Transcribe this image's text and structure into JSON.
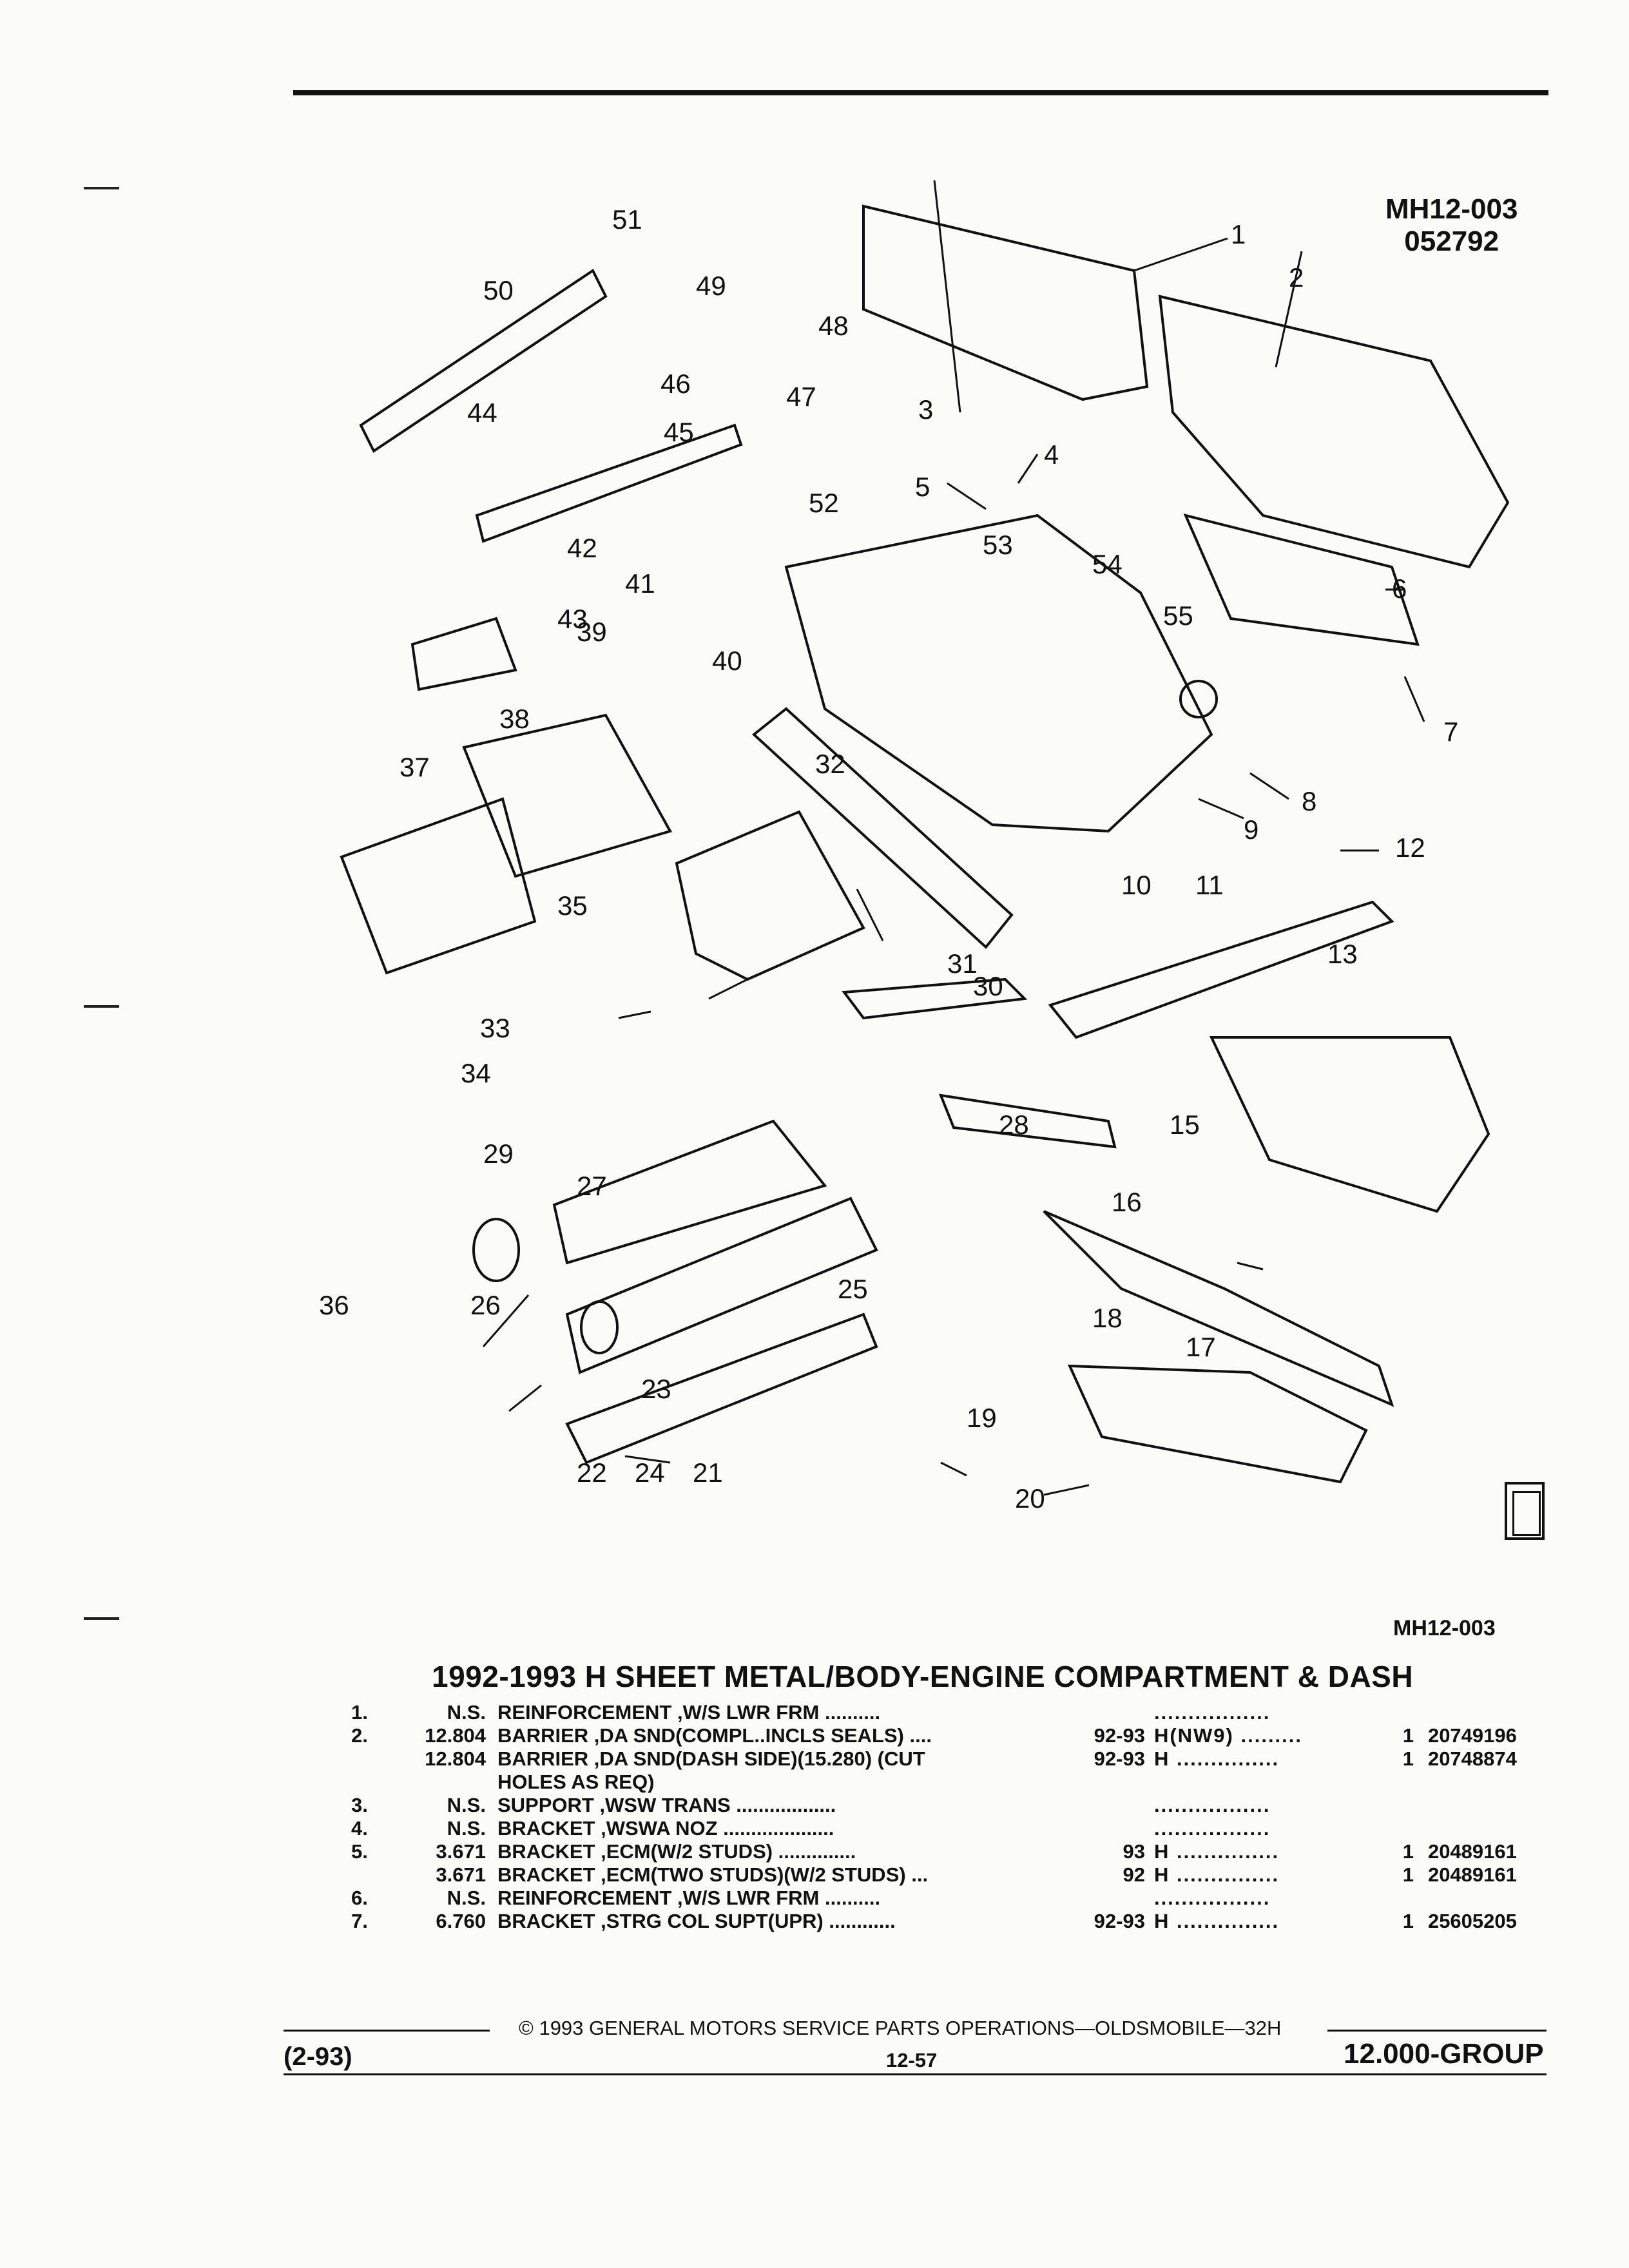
{
  "figure": {
    "code": "MH12-003",
    "date_code": "052792"
  },
  "diagram_callouts": [
    "1",
    "2",
    "3",
    "4",
    "5",
    "6",
    "7",
    "8",
    "9",
    "10",
    "11",
    "12",
    "13",
    "15",
    "16",
    "17",
    "18",
    "19",
    "20",
    "21",
    "22",
    "23",
    "24",
    "25",
    "26",
    "27",
    "28",
    "29",
    "30",
    "31",
    "32",
    "33",
    "34",
    "35",
    "36",
    "37",
    "38",
    "39",
    "40",
    "41",
    "42",
    "43",
    "44",
    "45",
    "46",
    "47",
    "48",
    "49",
    "50",
    "51",
    "52",
    "53",
    "54",
    "55"
  ],
  "reference_code": "MH12-003",
  "section_title": "1992-1993 H SHEET METAL/BODY-ENGINE COMPARTMENT & DASH",
  "parts": [
    {
      "item": "1.",
      "qty": "N.S.",
      "desc": "REINFORCEMENT ,W/S LWR FRM ..........",
      "years": "",
      "code": ".................",
      "count": "",
      "part_no": ""
    },
    {
      "item": "2.",
      "qty": "12.804",
      "desc": "BARRIER ,DA SND(COMPL..INCLS SEALS) ....",
      "years": "92-93",
      "code": "H(NW9) .........",
      "count": "1",
      "part_no": "20749196"
    },
    {
      "item": "",
      "qty": "12.804",
      "desc": "BARRIER ,DA SND(DASH SIDE)(15.280) (CUT",
      "years": "92-93",
      "code": "H ...............",
      "count": "1",
      "part_no": "20748874"
    },
    {
      "item": "",
      "qty": "",
      "desc": "HOLES AS REQ)",
      "years": "",
      "code": "",
      "count": "",
      "part_no": ""
    },
    {
      "item": "3.",
      "qty": "N.S.",
      "desc": "SUPPORT ,WSW TRANS ..................",
      "years": "",
      "code": ".................",
      "count": "",
      "part_no": ""
    },
    {
      "item": "4.",
      "qty": "N.S.",
      "desc": "BRACKET ,WSWA NOZ ....................",
      "years": "",
      "code": ".................",
      "count": "",
      "part_no": ""
    },
    {
      "item": "5.",
      "qty": "3.671",
      "desc": "BRACKET ,ECM(W/2 STUDS) ..............",
      "years": "93",
      "code": "H ...............",
      "count": "1",
      "part_no": "20489161"
    },
    {
      "item": "",
      "qty": "3.671",
      "desc": "BRACKET ,ECM(TWO STUDS)(W/2 STUDS) ...",
      "years": "92",
      "code": "H ...............",
      "count": "1",
      "part_no": "20489161"
    },
    {
      "item": "6.",
      "qty": "N.S.",
      "desc": "REINFORCEMENT ,W/S LWR FRM ..........",
      "years": "",
      "code": ".................",
      "count": "",
      "part_no": ""
    },
    {
      "item": "7.",
      "qty": "6.760",
      "desc": "BRACKET ,STRG COL SUPT(UPR) ............",
      "years": "92-93",
      "code": "H ...............",
      "count": "1",
      "part_no": "25605205"
    }
  ],
  "footer": {
    "copyright": "© 1993 GENERAL MOTORS SERVICE PARTS OPERATIONS—OLDSMOBILE—32H",
    "revision": "(2-93)",
    "page": "12-57",
    "group": "12.000-GROUP"
  }
}
